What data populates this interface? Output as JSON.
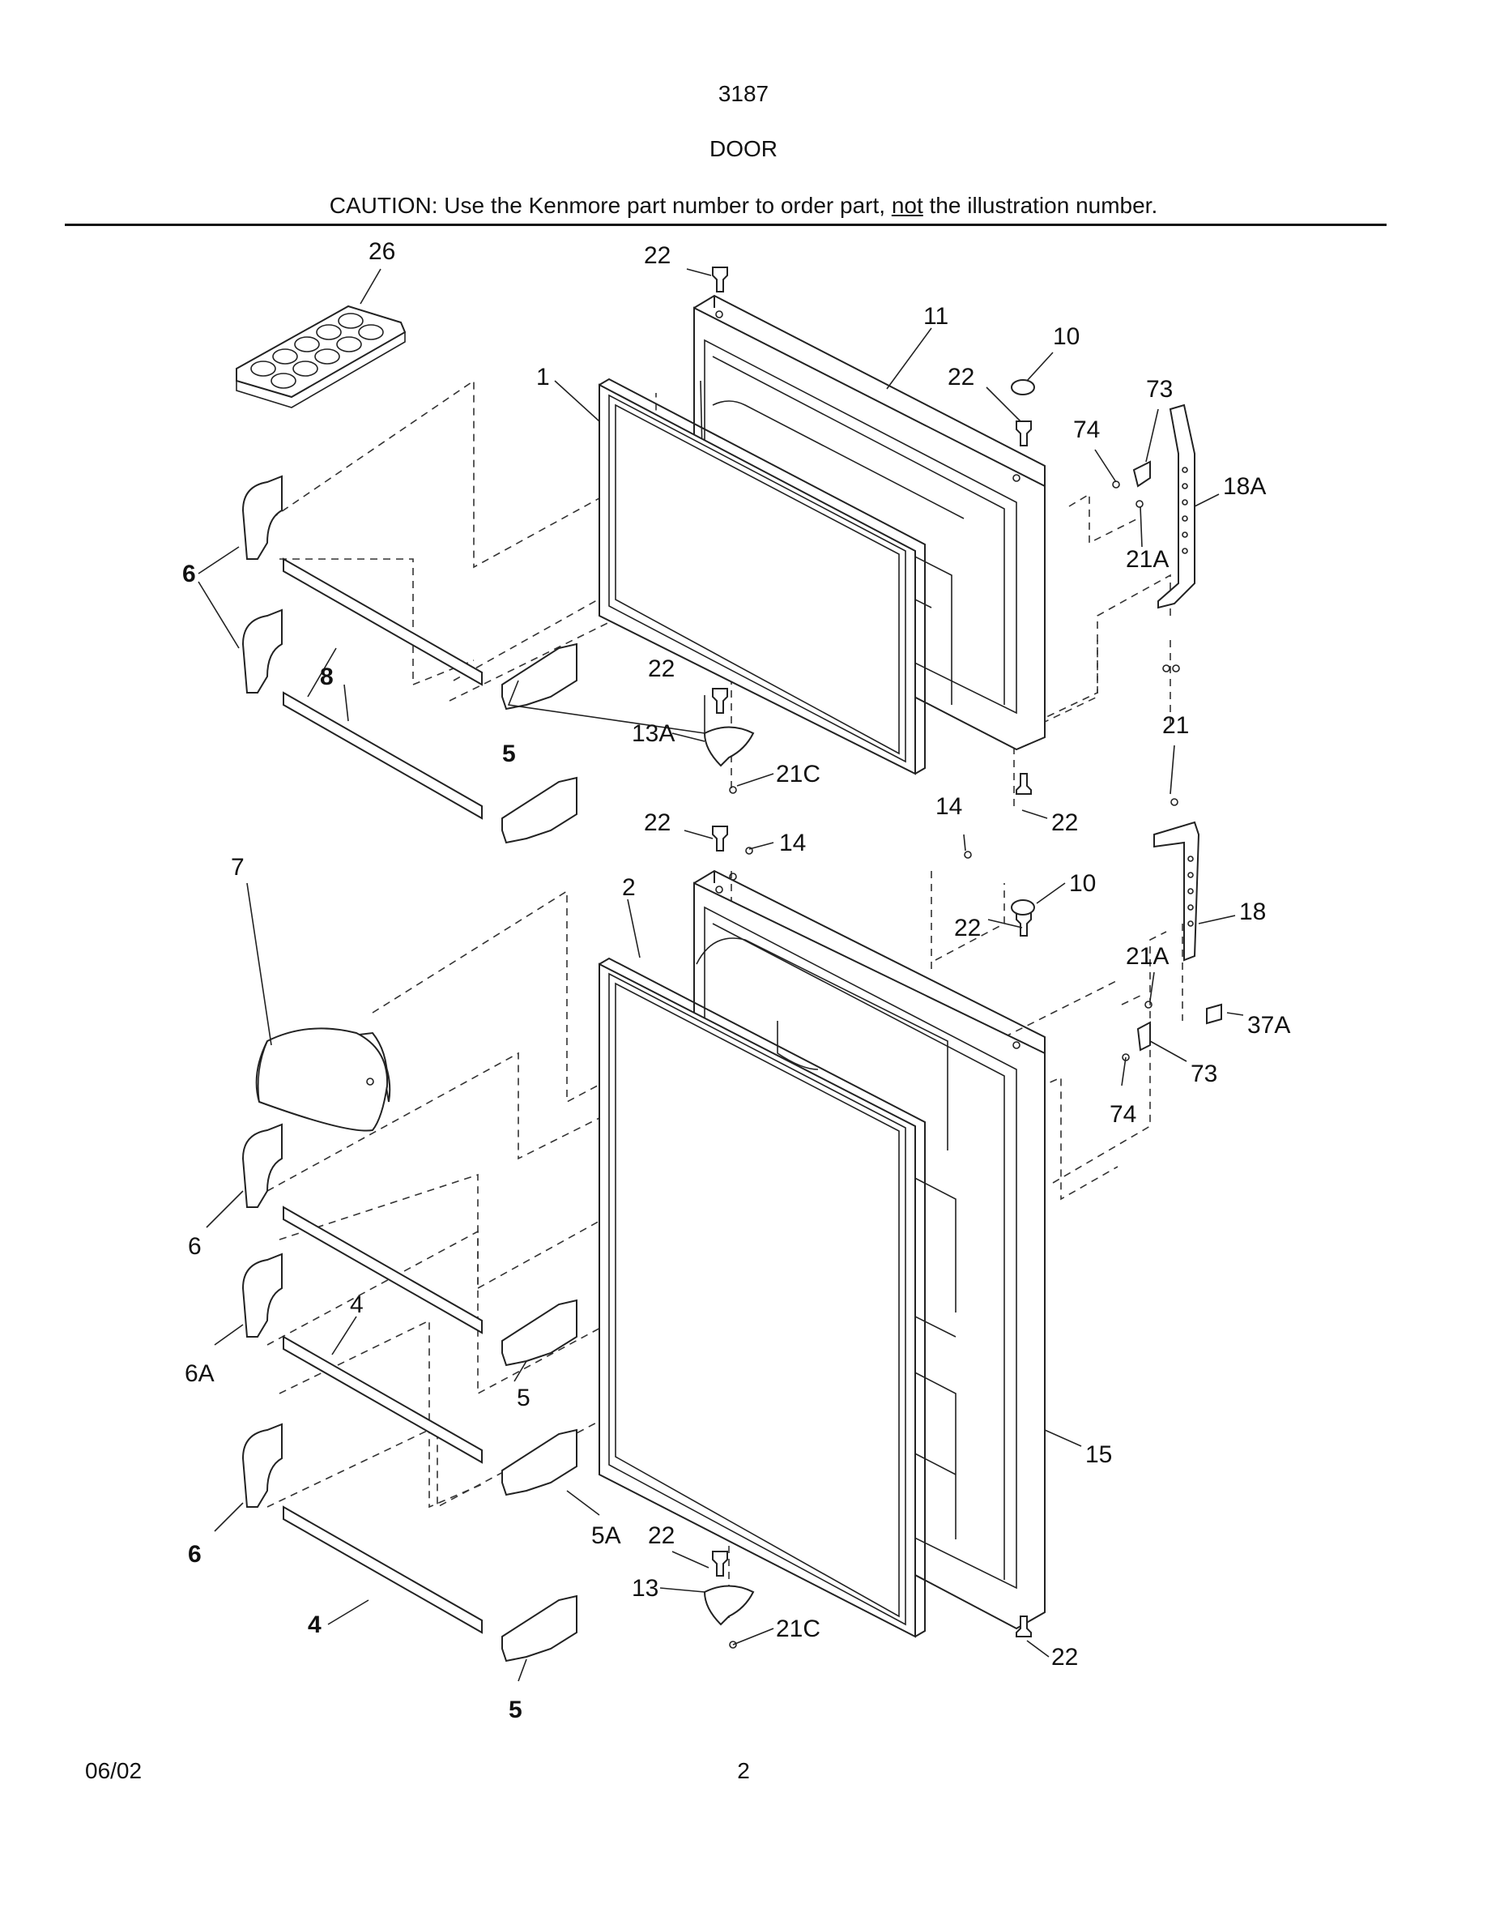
{
  "header": {
    "model": "3187",
    "title": "DOOR",
    "caution_prefix": "CAUTION: Use the Kenmore part number to order part, ",
    "caution_emphasis": "not",
    "caution_suffix": " the illustration number."
  },
  "callouts": {
    "c26": "26",
    "c22a": "22",
    "c11": "11",
    "c10a": "10",
    "c22b": "22",
    "c1": "1",
    "c73a": "73",
    "c74a": "74",
    "c18A": "18A",
    "c21Aa": "21A",
    "c6a": "6",
    "c8": "8",
    "c22c": "22",
    "c5a": "5",
    "c13A": "13A",
    "c21Ca": "21C",
    "c21": "21",
    "c14a": "14",
    "c22d": "22",
    "c22e": "22",
    "c14b": "14",
    "c7": "7",
    "c2": "2",
    "c10b": "10",
    "c18": "18",
    "c22f": "22",
    "c21Ab": "21A",
    "c37A": "37A",
    "c73b": "73",
    "c74b": "74",
    "c6b": "6",
    "c4a": "4",
    "c6A": "6A",
    "c5b": "5",
    "c15": "15",
    "c5A": "5A",
    "c22g": "22",
    "c6c": "6",
    "c13": "13",
    "c21Cb": "21C",
    "c4b": "4",
    "c22h": "22",
    "c5c": "5"
  },
  "footer": {
    "date": "06/02",
    "page": "2"
  }
}
